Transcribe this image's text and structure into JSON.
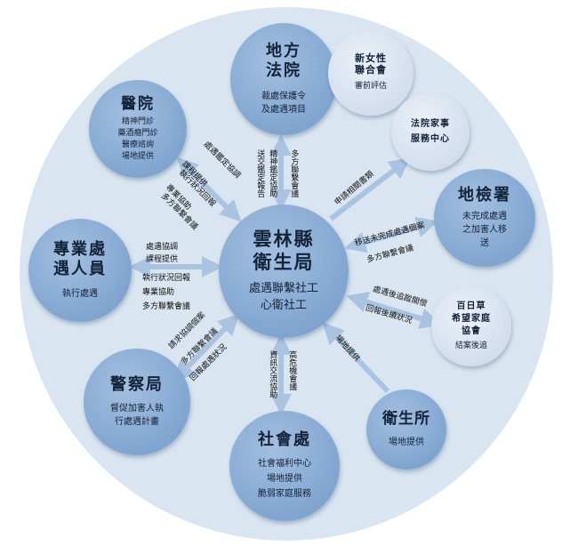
{
  "center": {
    "title": "雲林縣\n衛生局",
    "desc": "處遇聯繫社工\n心衛社工"
  },
  "nodes": {
    "court": {
      "title": "地方\n法院",
      "desc": "裁處保護令\n及處遇項目"
    },
    "newfemale": {
      "title": "新女性\n聯合會",
      "desc": "審前評估"
    },
    "family_court": {
      "title": "法院家事\n服務中心"
    },
    "prosecutor": {
      "title": "地檢署",
      "desc": "未完成處遇\n之加害人移\n送"
    },
    "baimu": {
      "title": "百日草\n希望家庭\n協會",
      "desc": "結案後追"
    },
    "health_station": {
      "title": "衛生所",
      "desc": "場地提供"
    },
    "social": {
      "title": "社會處",
      "desc": "社會福利中心\n場地提供\n脆弱家庭服務"
    },
    "police": {
      "title": "警察局",
      "desc": "督促加害人執\n行處遇計畫"
    },
    "professional": {
      "title": "專業處\n遇人員",
      "desc": "執行處遇"
    },
    "hospital": {
      "title": "醫院",
      "desc": "精神門診\n藥酒癮門診\n醫療諮詢\n場地提供"
    }
  },
  "links": {
    "hospital": [
      "處遇鑑定協調",
      "課程提供",
      "執行狀況回報",
      "專業協助",
      "多方聯繫會議"
    ],
    "professional": [
      "處遇協調",
      "課程提供",
      "執行狀況回報",
      "專業協助",
      "多方聯繫會議"
    ],
    "court_left": [
      "送交鑑定報告"
    ],
    "court_mid": [
      "精神鑑定協助"
    ],
    "court_right": [
      "多方聯繫會議"
    ],
    "family_court": [
      "申請相關書類"
    ],
    "prosecutor": [
      "移送未完成處遇個案",
      "多方聯繫會議"
    ],
    "baimu": [
      "處遇後追蹤關懷",
      "回報後續狀況"
    ],
    "health_station": [
      "場地提供"
    ],
    "social_left": [
      "資訊交流協助"
    ],
    "social_right": [
      "高危機會議"
    ],
    "police": [
      "請求協調個案",
      "多方聯繫會議",
      "回報處遇狀況"
    ]
  }
}
